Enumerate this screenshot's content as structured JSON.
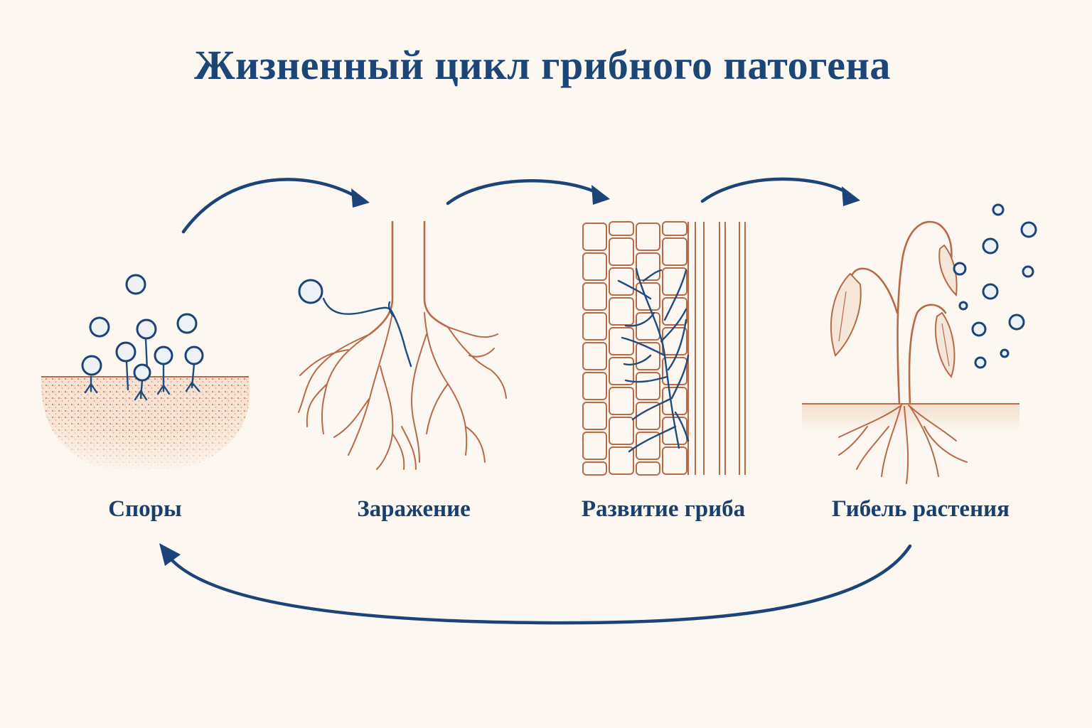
{
  "title": "Жизненный цикл грибного патогена",
  "stages": [
    {
      "label": "Споры"
    },
    {
      "label": "Заражение"
    },
    {
      "label": "Развитие гриба"
    },
    {
      "label": "Гибель растения"
    }
  ],
  "colors": {
    "background": "#fcf8f1",
    "title": "#1b4677",
    "fungus": "#1c4478",
    "plant": "#b86a47",
    "soil": "#c9835e"
  },
  "icons": [
    "spores-illustration",
    "root-infection-illustration",
    "mycelium-tissue-illustration",
    "wilted-plant-illustration"
  ]
}
